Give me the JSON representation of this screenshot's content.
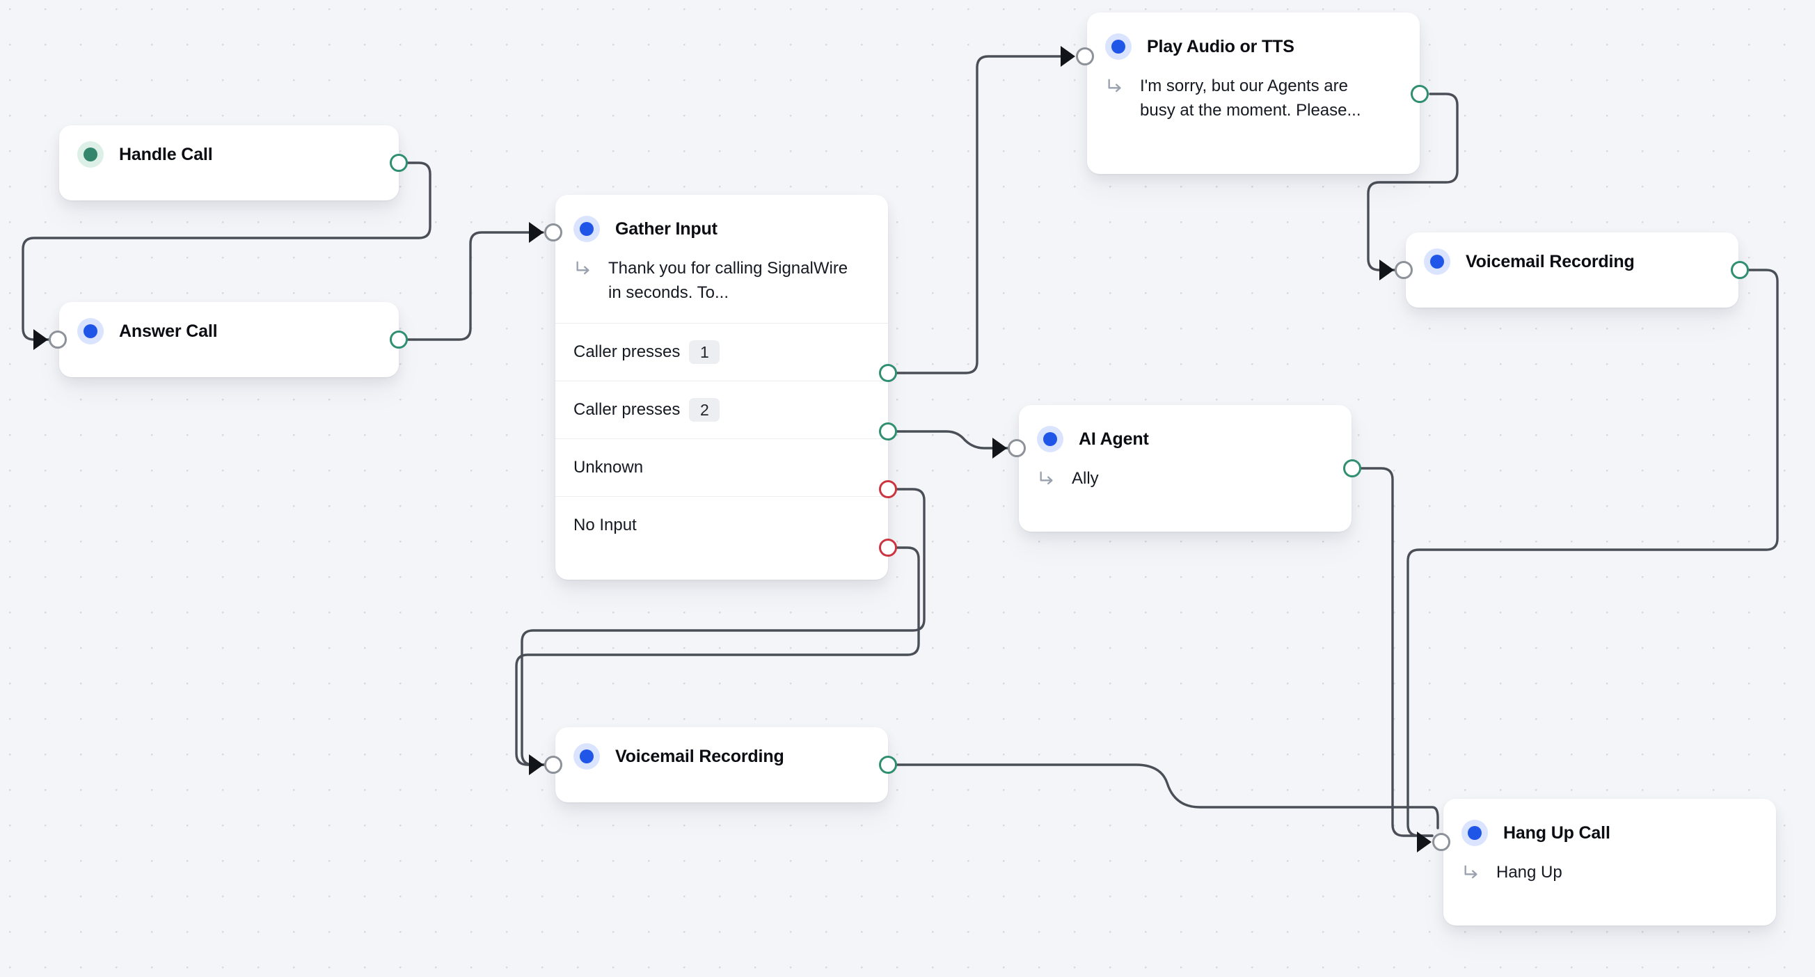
{
  "canvas": {
    "background_color": "#f4f5f9",
    "dot_color": "#d6d9e2",
    "edge_color": "#4a4f57",
    "accent_blue": "#1f56e8",
    "accent_green": "#33866c",
    "port_green": "#2f8f70",
    "port_red": "#cc3440",
    "port_gray": "#8d9199"
  },
  "nodes": {
    "handle_call": {
      "title": "Handle Call",
      "dot_icon": "status-dot-green"
    },
    "answer_call": {
      "title": "Answer Call",
      "dot_icon": "status-dot-blue"
    },
    "gather_input": {
      "title": "Gather Input",
      "dot_icon": "status-dot-blue",
      "subtitle_icon": "subflow-arrow-icon",
      "subtitle": "Thank you for calling SignalWire in seconds. To...",
      "rows": [
        {
          "label": "Caller presses",
          "chip": "1",
          "port": "green"
        },
        {
          "label": "Caller presses",
          "chip": "2",
          "port": "green"
        },
        {
          "label": "Unknown",
          "chip": "",
          "port": "red"
        },
        {
          "label": "No Input",
          "chip": "",
          "port": "red"
        }
      ]
    },
    "play_audio": {
      "title": "Play Audio or TTS",
      "dot_icon": "status-dot-blue",
      "subtitle_icon": "subflow-arrow-icon",
      "subtitle": "I'm sorry, but our Agents are busy at the moment. Please..."
    },
    "voicemail_top": {
      "title": "Voicemail Recording",
      "dot_icon": "status-dot-blue"
    },
    "ai_agent": {
      "title": "AI Agent",
      "dot_icon": "status-dot-blue",
      "subtitle_icon": "subflow-arrow-icon",
      "subtitle": "Ally"
    },
    "voicemail_bottom": {
      "title": "Voicemail Recording",
      "dot_icon": "status-dot-blue"
    },
    "hang_up_call": {
      "title": "Hang Up Call",
      "dot_icon": "status-dot-blue",
      "subtitle_icon": "subflow-arrow-icon",
      "subtitle": "Hang Up"
    }
  },
  "edges": [
    {
      "from": "handle-call-output",
      "to": "answer-call-input"
    },
    {
      "from": "answer-call-output",
      "to": "gather-input-input"
    },
    {
      "from": "gather-input-press-1-output",
      "to": "play-audio-input"
    },
    {
      "from": "gather-input-press-2-output",
      "to": "ai-agent-input"
    },
    {
      "from": "gather-input-unknown-output",
      "to": "voicemail-bottom-input"
    },
    {
      "from": "gather-input-no-input-output",
      "to": "voicemail-bottom-input"
    },
    {
      "from": "play-audio-output",
      "to": "voicemail-top-input"
    },
    {
      "from": "voicemail-top-output",
      "to": "hang-up-call-input"
    },
    {
      "from": "ai-agent-output",
      "to": "hang-up-call-input"
    },
    {
      "from": "voicemail-bottom-output",
      "to": "hang-up-call-input"
    }
  ]
}
